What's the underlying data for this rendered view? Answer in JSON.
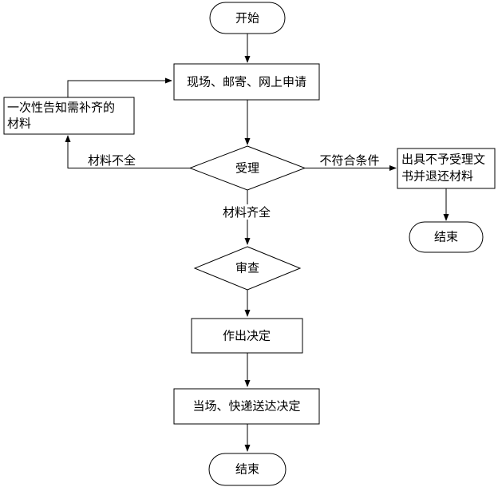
{
  "diagram": {
    "title": "approval-process-flowchart",
    "colors": {
      "line": "#000000",
      "shape_fill": "#ffffff",
      "text": "#000000"
    },
    "nodes": {
      "start": {
        "label": "开始"
      },
      "apply": {
        "label": "现场、邮寄、网上申请"
      },
      "notify": {
        "lines": [
          "一次性告知需补齐的",
          "材料"
        ]
      },
      "accept": {
        "label": "受理"
      },
      "reject": {
        "lines": [
          "出具不予受理文",
          "书并退还材料"
        ]
      },
      "end_right": {
        "label": "结束"
      },
      "review": {
        "label": "审查"
      },
      "decide": {
        "label": "作出决定"
      },
      "deliver": {
        "label": "当场、快递送达决定"
      },
      "end_bottom": {
        "label": "结束"
      }
    },
    "edge_labels": {
      "incomplete": "材料不全",
      "rejected": "不符合条件",
      "complete": "材料齐全"
    }
  }
}
